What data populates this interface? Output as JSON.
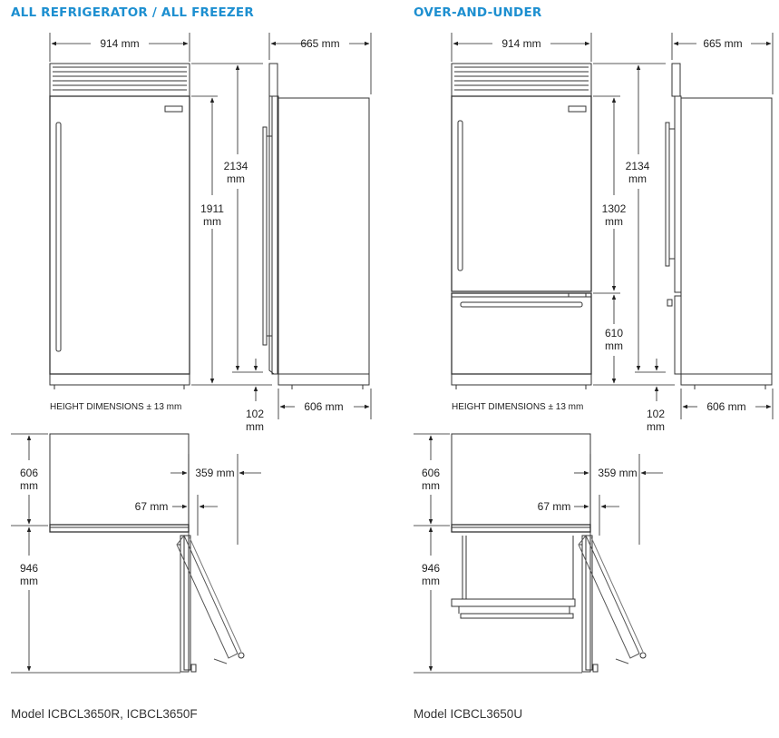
{
  "sections": {
    "left": {
      "title": "ALL REFRIGERATOR / ALL FREEZER",
      "model": "Model ICBCL3650R, ICBCL3650F",
      "width": "914 mm",
      "depth": "665 mm",
      "total_height": [
        "2134",
        "mm"
      ],
      "door_height": [
        "1911",
        "mm"
      ],
      "note": "HEIGHT DIMENSIONS ± 13 mm",
      "base": [
        "102",
        "mm"
      ],
      "cabinet_depth": "606 mm",
      "plan_depth": [
        "606",
        "mm"
      ],
      "swing": [
        "946",
        "mm"
      ],
      "clearance": "359 mm",
      "offset": "67 mm"
    },
    "right": {
      "title": "OVER-AND-UNDER",
      "model": "Model ICBCL3650U",
      "width": "914 mm",
      "depth": "665 mm",
      "total_height": [
        "2134",
        "mm"
      ],
      "door_height": [
        "1302",
        "mm"
      ],
      "drawer_height": [
        "610",
        "mm"
      ],
      "note": "HEIGHT DIMENSIONS ± 13 mm",
      "base": [
        "102",
        "mm"
      ],
      "cabinet_depth": "606 mm",
      "plan_depth": [
        "606",
        "mm"
      ],
      "swing": [
        "946",
        "mm"
      ],
      "clearance": "359 mm",
      "offset": "67 mm"
    }
  },
  "colors": {
    "title": "#1d8fd0",
    "line": "#333333"
  }
}
